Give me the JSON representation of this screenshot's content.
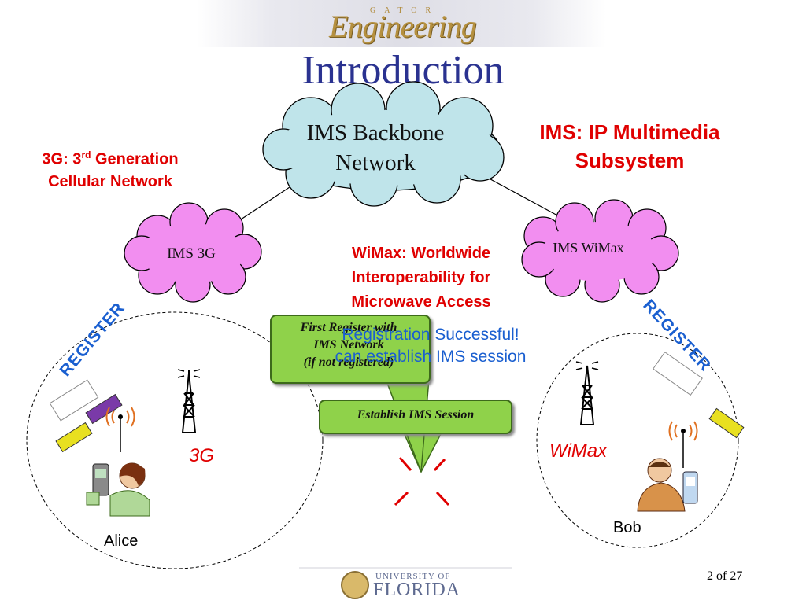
{
  "header": {
    "logo_small": "GATOR",
    "logo_main": "Engineering",
    "title": "Introduction"
  },
  "definitions": {
    "three_g_prefix": "3G: 3",
    "three_g_sup": "rd",
    "three_g_rest": " Generation",
    "three_g_line2": "Cellular Network",
    "ims_line1": "IMS: IP Multimedia",
    "ims_line2": "Subsystem",
    "wimax_line1": "WiMax: Worldwide",
    "wimax_line2": "Interoperability for",
    "wimax_line3": "Microwave Access"
  },
  "clouds": {
    "backbone_line1": "IMS Backbone",
    "backbone_line2": "Network",
    "ims_3g": "IMS 3G",
    "ims_wimax": "IMS WiMax"
  },
  "register_labels": {
    "left": "REGISTER",
    "right": "REGISTER"
  },
  "status": {
    "line1": "Registration Successful!",
    "line2": "can establish IMS session"
  },
  "callouts": {
    "first_register_line1": "First Register with",
    "first_register_line2": "IMS Network",
    "first_register_line3": "(if not registered)",
    "establish": "Establish IMS Session"
  },
  "networks": {
    "left": "3G",
    "right": "WiMax"
  },
  "users": {
    "alice": "Alice",
    "bob": "Bob"
  },
  "footer": {
    "university_small": "UNIVERSITY OF",
    "university_big": "FLORIDA",
    "page": "2 of 27"
  },
  "colors": {
    "title": "#2a3290",
    "definition_red": "#e00000",
    "register_blue": "#1a5fd0",
    "cloud_blue": "#bfe4ea",
    "cloud_pink": "#f28ef0",
    "callout_green": "#8fd24a"
  }
}
